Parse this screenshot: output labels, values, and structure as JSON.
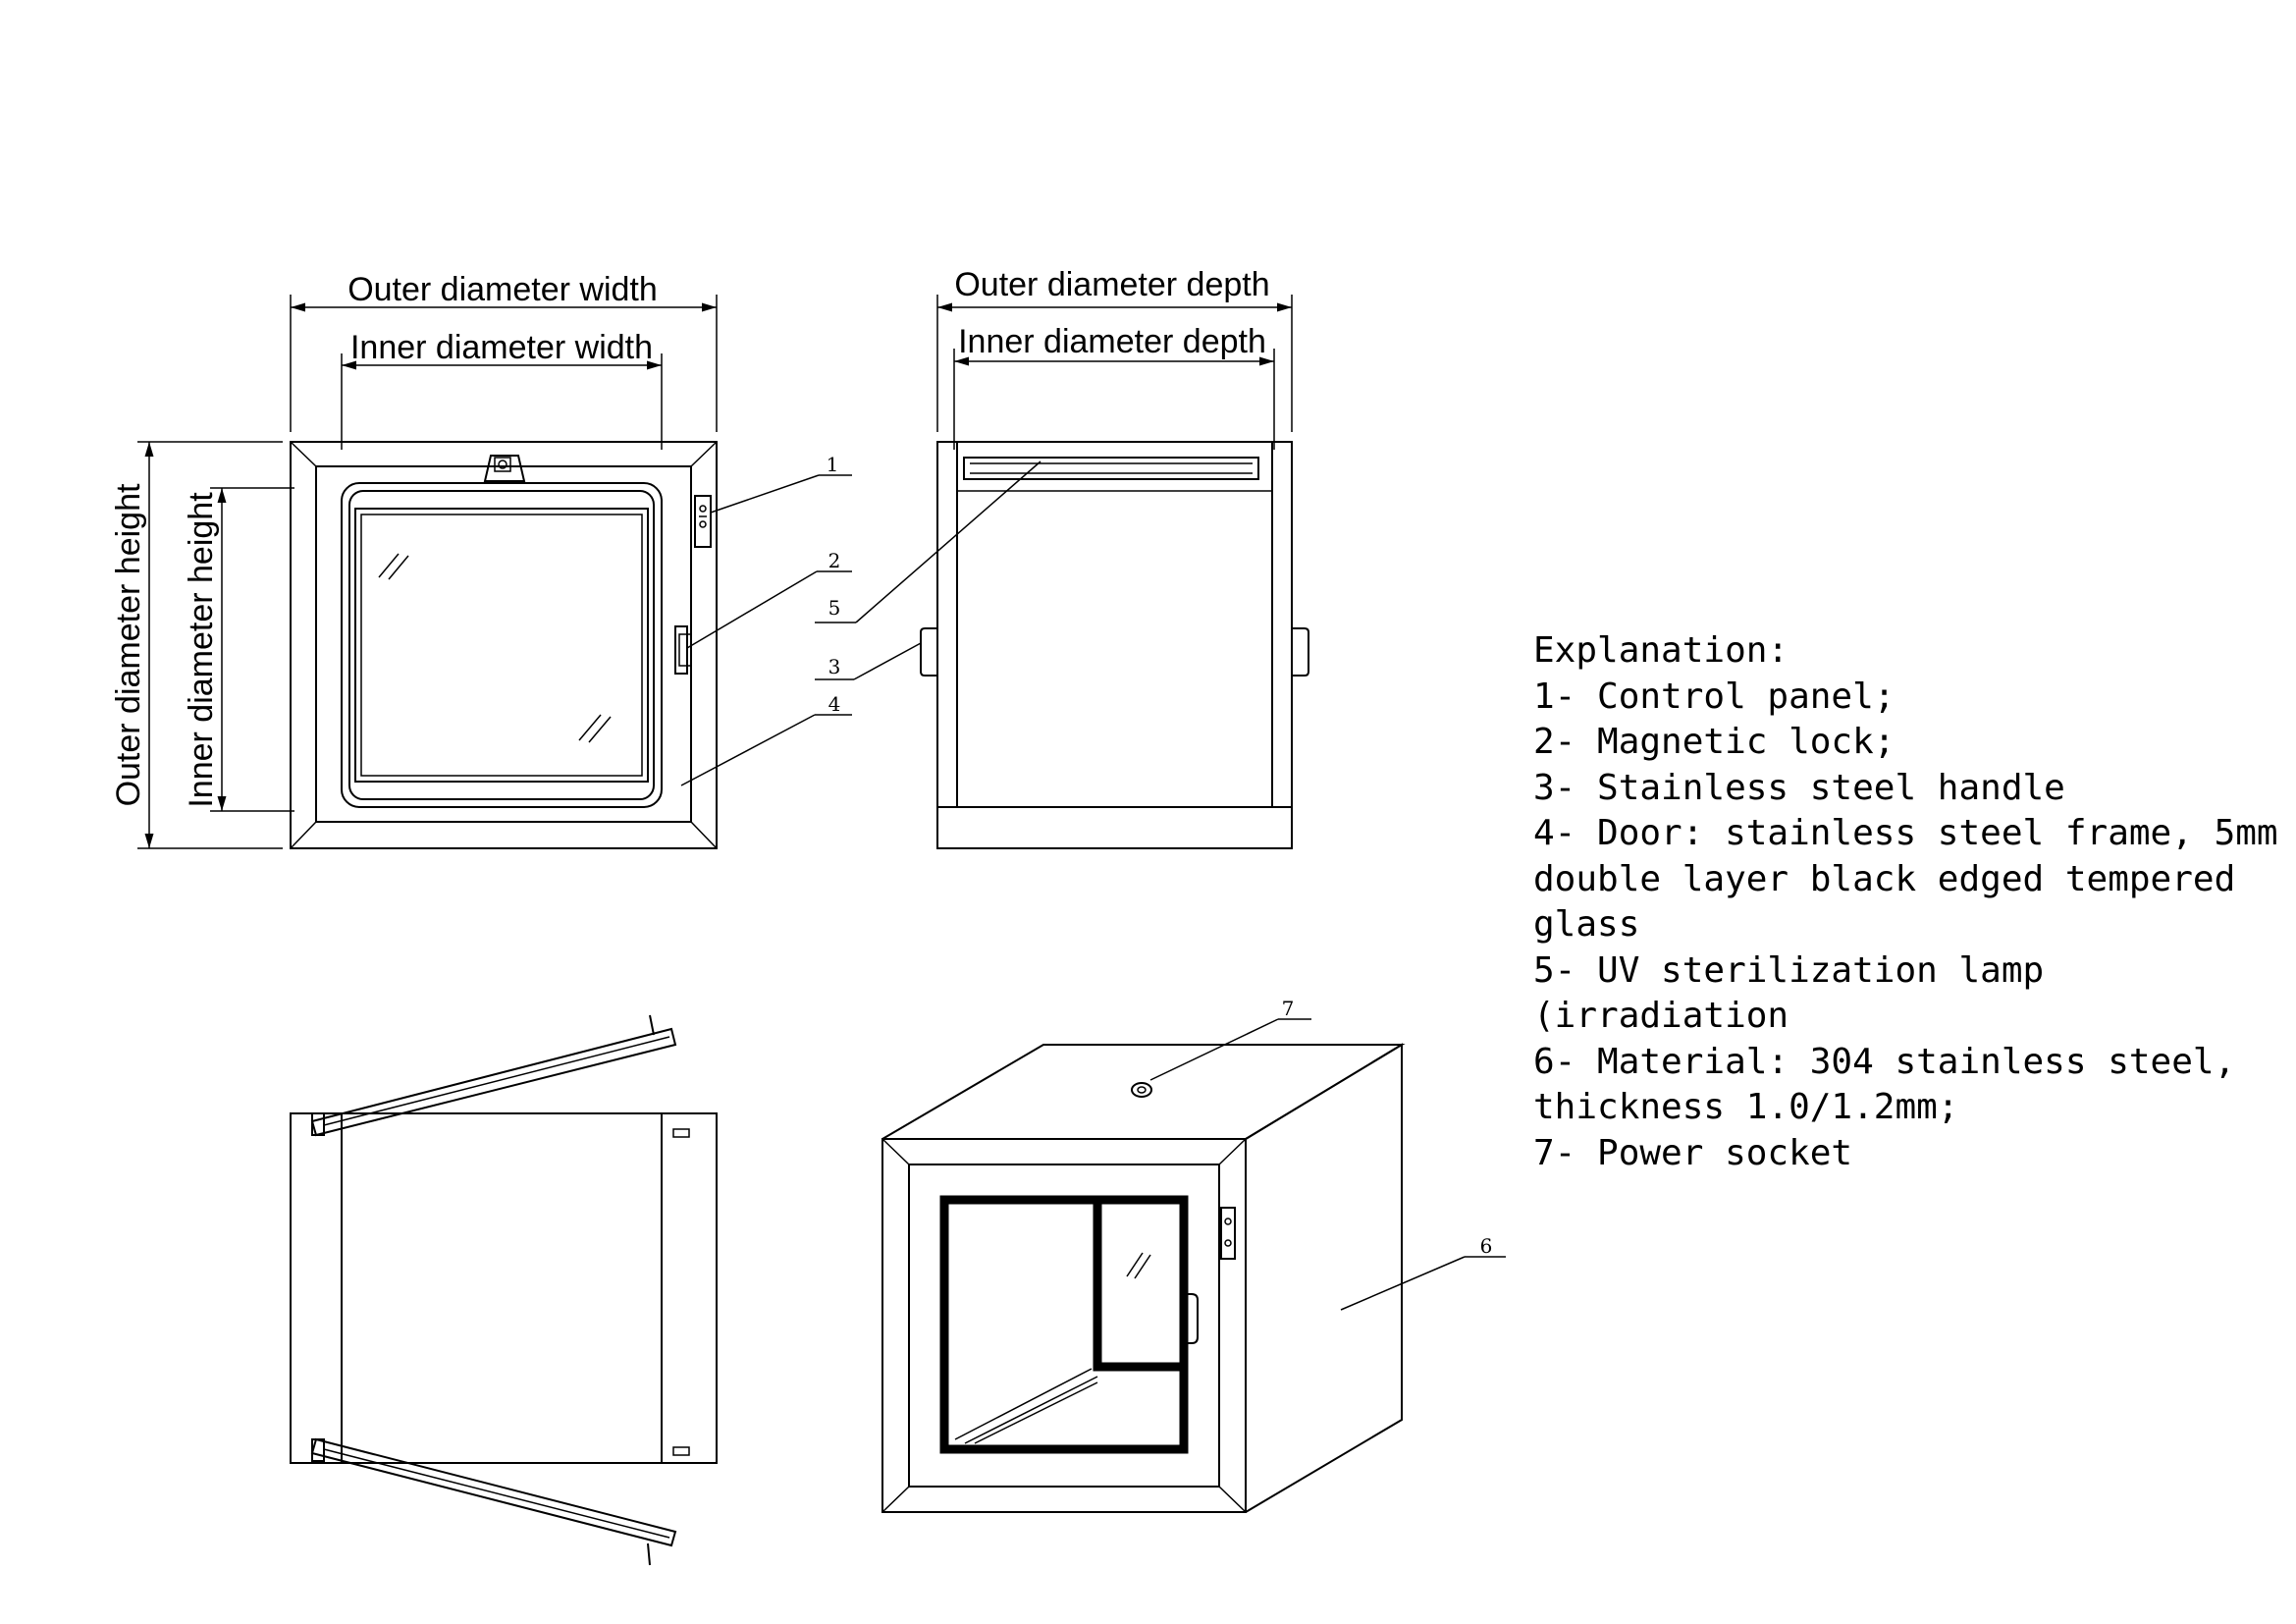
{
  "dimensions": {
    "outer_width": "Outer diameter width",
    "inner_width": "Inner diameter width",
    "outer_height": "Outer diameter height",
    "inner_height": "Inner diameter height",
    "outer_depth": "Outer diameter depth",
    "inner_depth": "Inner diameter depth"
  },
  "callouts": [
    "1",
    "2",
    "3",
    "4",
    "5",
    "6",
    "7"
  ],
  "explanation": {
    "title": "Explanation:",
    "items": [
      "1- Control panel;",
      "2- Magnetic lock;",
      "3- Stainless steel handle",
      "4- Door: stainless steel frame, 5mm double layer black edged tempered glass",
      "5- UV sterilization lamp (irradiation",
      "6- Material: 304 stainless steel, thickness 1.0/1.2mm;",
      "7- Power socket"
    ]
  }
}
